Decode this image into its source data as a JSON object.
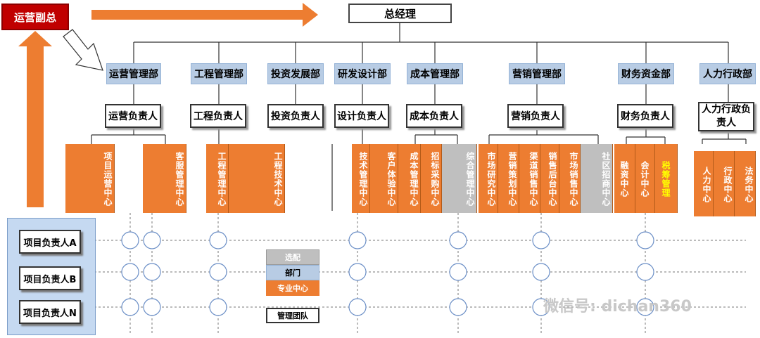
{
  "top": {
    "ceo": "总经理",
    "vp": "运营副总"
  },
  "departments": [
    {
      "key": "ops",
      "name": "运营管理部",
      "head": "运营负责人"
    },
    {
      "key": "eng",
      "name": "工程管理部",
      "head": "工程负责人"
    },
    {
      "key": "inv",
      "name": "投资发展部",
      "head": "投资负责人"
    },
    {
      "key": "rd",
      "name": "研发设计部",
      "head": "设计负责人"
    },
    {
      "key": "cost",
      "name": "成本管理部",
      "head": "成本负责人"
    },
    {
      "key": "mkt",
      "name": "营销管理部",
      "head": "营销负责人"
    },
    {
      "key": "fin",
      "name": "财务资金部",
      "head": "财务负责人"
    },
    {
      "key": "hr",
      "name": "人力行政部",
      "head": "人力行政负责人"
    }
  ],
  "centers": [
    {
      "label": "项目运营中心",
      "kind": "orange"
    },
    {
      "label": "客服管理中心",
      "kind": "orange"
    },
    {
      "label": "工程管理中心",
      "kind": "orange"
    },
    {
      "label": "工程技术中心",
      "kind": "orange"
    },
    {
      "label": "技术管理中心",
      "kind": "orange"
    },
    {
      "label": "客户体验中心",
      "kind": "orange"
    },
    {
      "label": "成本管理中心",
      "kind": "orange"
    },
    {
      "label": "招标采购中心",
      "kind": "orange"
    },
    {
      "label": "综合管理中心",
      "kind": "grey"
    },
    {
      "label": "市场研究中心",
      "kind": "orange"
    },
    {
      "label": "营销策划中心",
      "kind": "orange"
    },
    {
      "label": "渠道销售中心",
      "kind": "orange"
    },
    {
      "label": "销售后台中心",
      "kind": "orange"
    },
    {
      "label": "市场销售中心",
      "kind": "orange"
    },
    {
      "label": "社区招商中心",
      "kind": "grey"
    },
    {
      "label": "融资中心",
      "kind": "orange"
    },
    {
      "label": "会计中心",
      "kind": "orange"
    },
    {
      "label": "税筹管理",
      "kind": "yellow-text"
    },
    {
      "label": "人力中心",
      "kind": "orange"
    },
    {
      "label": "行政中心",
      "kind": "orange"
    },
    {
      "label": "法务中心",
      "kind": "orange"
    }
  ],
  "project_leads": [
    "项目负责人A",
    "项目负责人B",
    "项目负责人N"
  ],
  "legend": {
    "optional": "选配",
    "dept": "部门",
    "center": "专业中心",
    "team": "管理团队"
  },
  "watermark": "微信号: dichan360",
  "colors": {
    "arrow": "#ed7d31",
    "dept": "#b8cce4",
    "center": "#ed7d31",
    "optional": "#bfbfbf",
    "vp": "#c00000",
    "panel": "#c5d9f1"
  }
}
